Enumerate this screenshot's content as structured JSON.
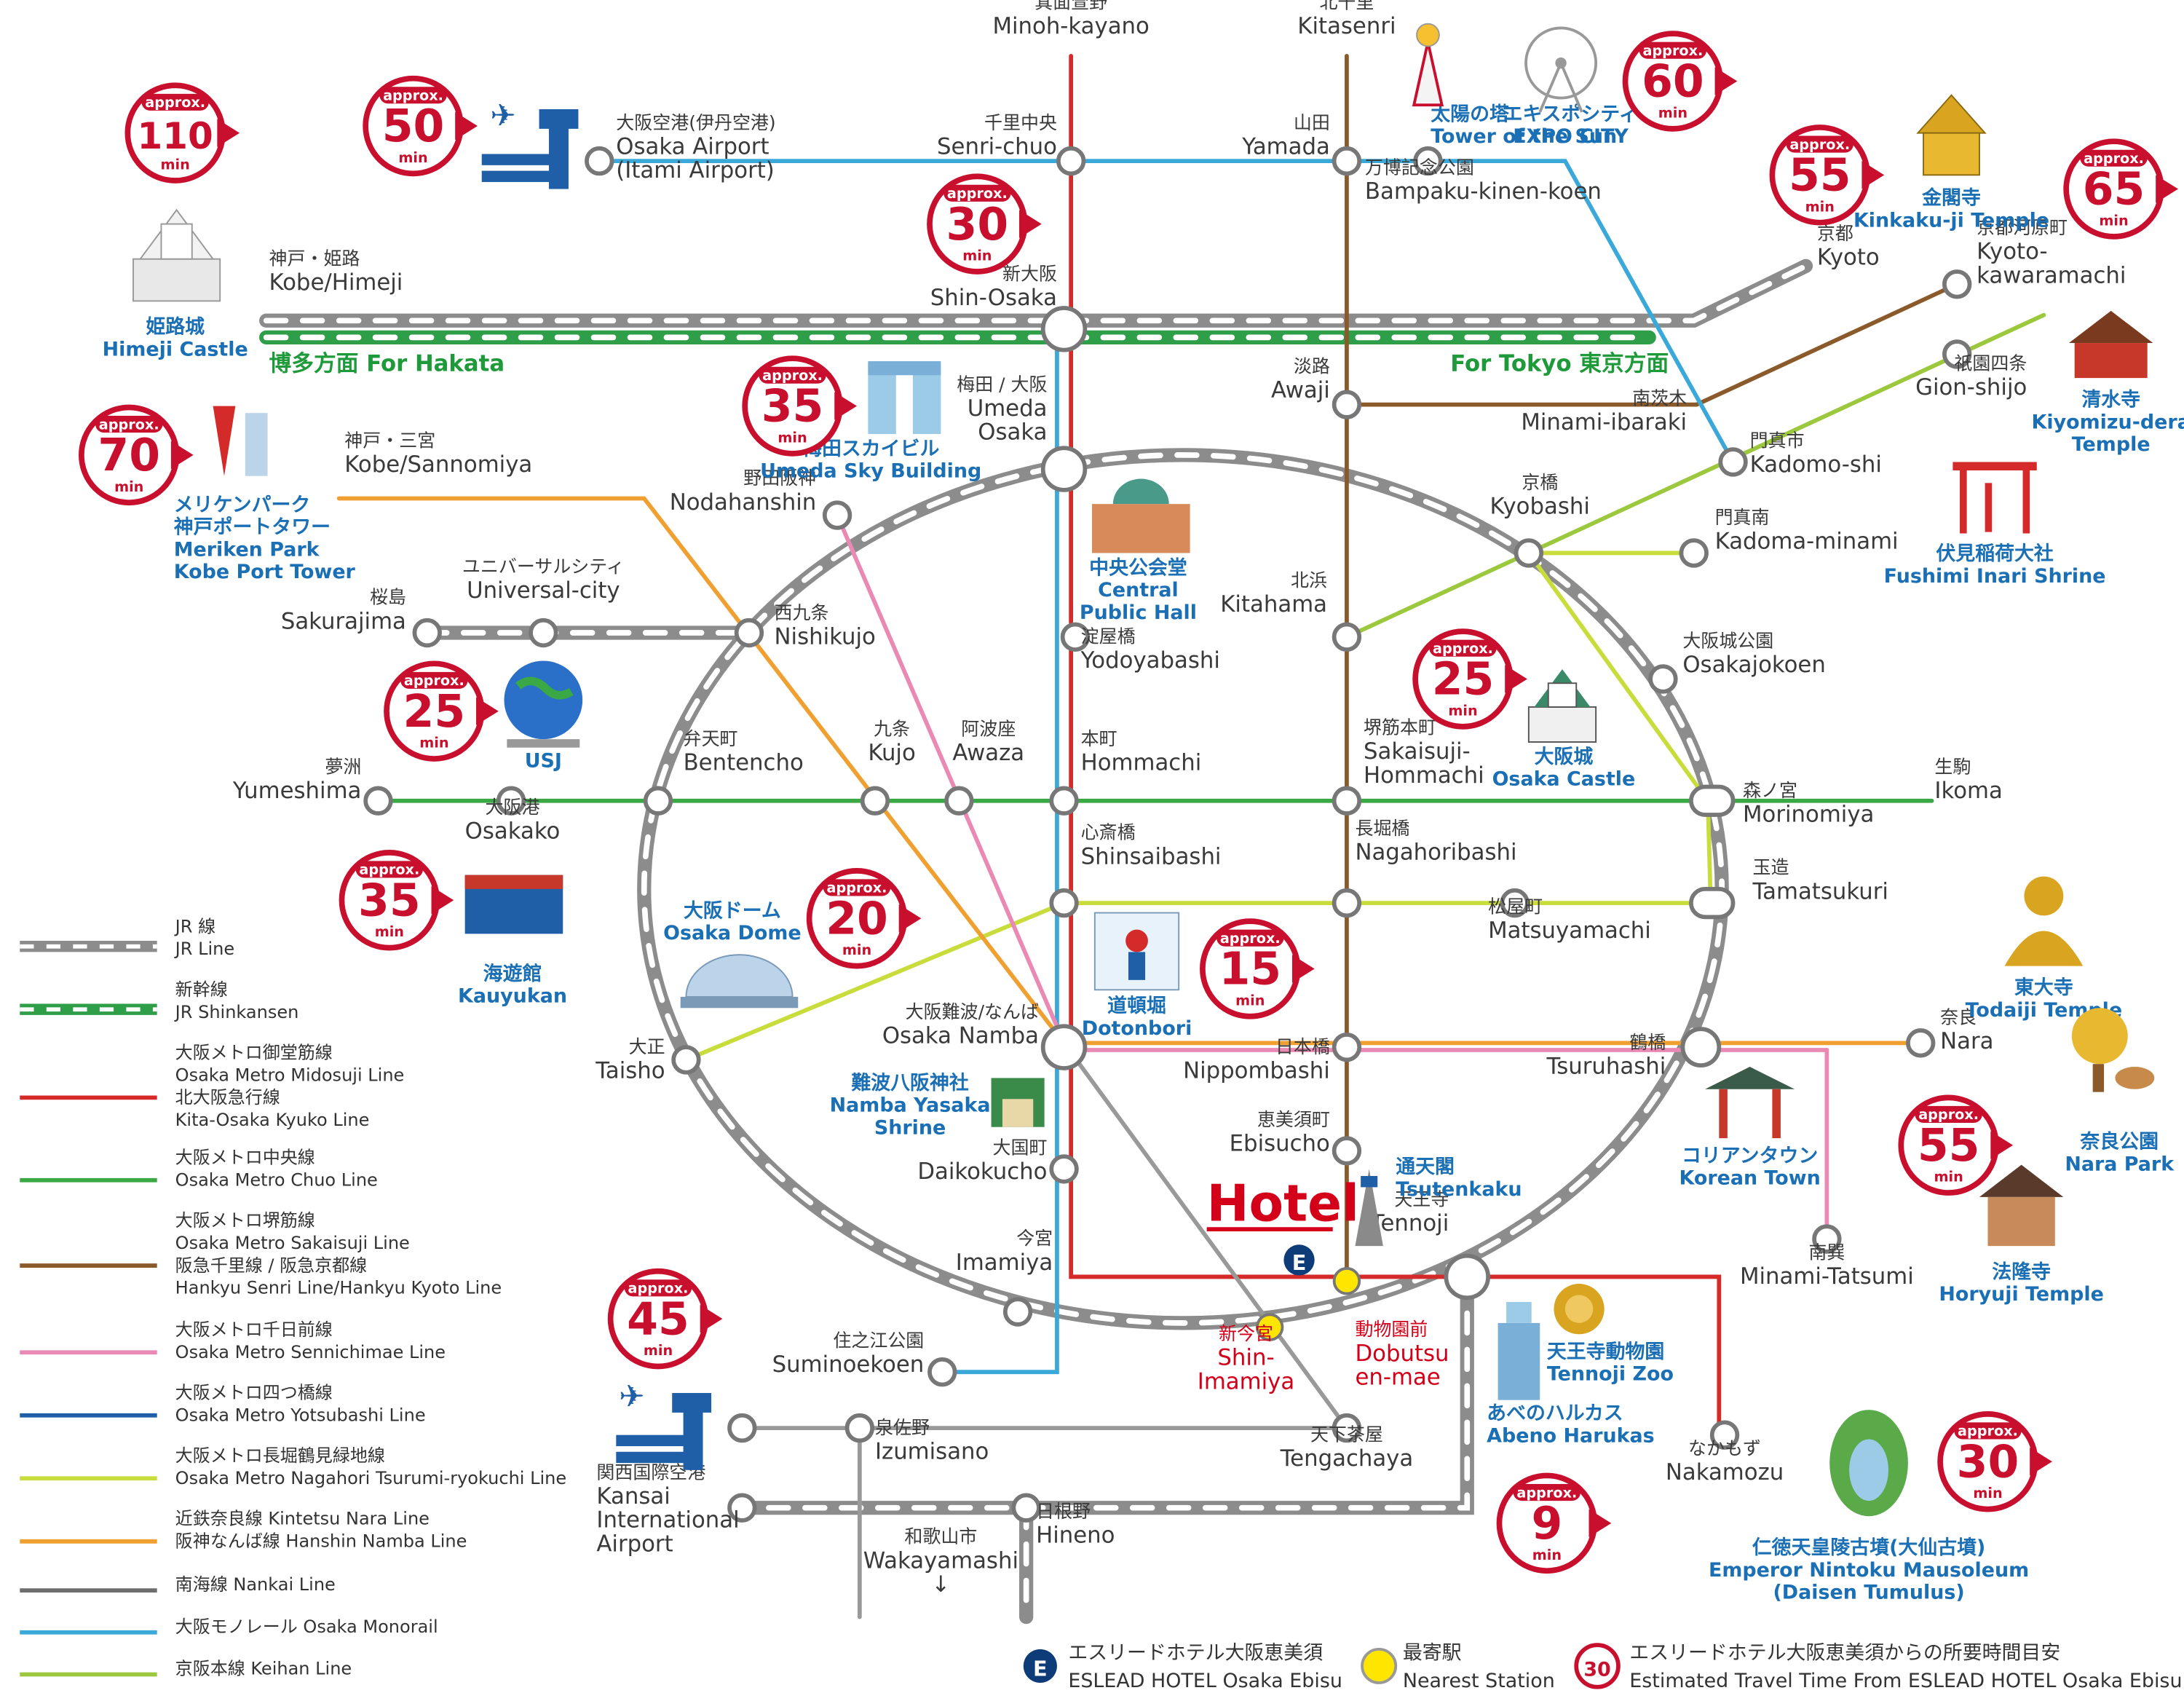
{
  "colors": {
    "jr": "#8c8c8c",
    "shinkansen": "#2e9e48",
    "midosuji": "#d42a2a",
    "chuo": "#3aa845",
    "sakaisuji": "#8a5a2b",
    "sennichimae": "#e989b4",
    "yotsubashi": "#1f5fa8",
    "nagahori": "#c8dc3c",
    "kintetsu": "#f0a030",
    "nankai": "#6e6e6e",
    "monorail": "#3aa8d8",
    "keihan": "#9bc83c",
    "red": "#c8102e",
    "blue": "#1a6fb5"
  },
  "hotel": {
    "label": "Hotel"
  },
  "line_labels": {
    "hakata": "博多方面 For Hakata",
    "tokyo": "For Tokyo 東京方面"
  },
  "stations": [
    {
      "id": "minoh",
      "jp": "箕面萱野",
      "en": "Minoh-kayano"
    },
    {
      "id": "kitasenri",
      "jp": "北千里",
      "en": "Kitasenri"
    },
    {
      "id": "itami",
      "jp": "大阪空港(伊丹空港)",
      "en": "Osaka Airport",
      "en2": "(Itami Airport)"
    },
    {
      "id": "senri",
      "jp": "千里中央",
      "en": "Senri-chuo"
    },
    {
      "id": "yamada",
      "jp": "山田",
      "en": "Yamada"
    },
    {
      "id": "bampaku",
      "jp": "万博記念公園",
      "en": "Bampaku-kinen-koen"
    },
    {
      "id": "kobe",
      "jp": "神戸・姫路",
      "en": "Kobe/Himeji"
    },
    {
      "id": "shinosaka",
      "jp": "新大阪",
      "en": "Shin-Osaka"
    },
    {
      "id": "kyoto",
      "jp": "京都",
      "en": "Kyoto"
    },
    {
      "id": "kawaramachi",
      "jp": "京都河原町",
      "en": "Kyoto-",
      "en2": "kawaramachi"
    },
    {
      "id": "gion",
      "jp": "祇園四条",
      "en": "Gion-shijo"
    },
    {
      "id": "awaji",
      "jp": "淡路",
      "en": "Awaji"
    },
    {
      "id": "ibaraki",
      "jp": "南茨木",
      "en": "Minami-ibaraki"
    },
    {
      "id": "kadomoshi",
      "jp": "門真市",
      "en": "Kadomo-shi"
    },
    {
      "id": "sannomiya",
      "jp": "神戸・三宮",
      "en": "Kobe/Sannomiya"
    },
    {
      "id": "umeda",
      "jp": "梅田 / 大阪",
      "en": "Umeda",
      "en2": "Osaka"
    },
    {
      "id": "noda",
      "jp": "野田阪神",
      "en": "Nodahanshin"
    },
    {
      "id": "kyobashi",
      "jp": "京橋",
      "en": "Kyobashi"
    },
    {
      "id": "kadomaminami",
      "jp": "門真南",
      "en": "Kadoma-minami"
    },
    {
      "id": "universal",
      "jp": "ユニバーサルシティ",
      "en": "Universal-city"
    },
    {
      "id": "sakurajima",
      "jp": "桜島",
      "en": "Sakurajima"
    },
    {
      "id": "nishikujo",
      "jp": "西九条",
      "en": "Nishikujo"
    },
    {
      "id": "kitahama",
      "jp": "北浜",
      "en": "Kitahama"
    },
    {
      "id": "yodoyabashi",
      "jp": "淀屋橋",
      "en": "Yodoyabashi"
    },
    {
      "id": "osakajokoen",
      "jp": "大阪城公園",
      "en": "Osakajokoen"
    },
    {
      "id": "yumeshima",
      "jp": "夢洲",
      "en": "Yumeshima"
    },
    {
      "id": "bentencho",
      "jp": "弁天町",
      "en": "Bentencho"
    },
    {
      "id": "kujo",
      "jp": "九条",
      "en": "Kujo"
    },
    {
      "id": "awaza",
      "jp": "阿波座",
      "en": "Awaza"
    },
    {
      "id": "hommachi",
      "jp": "本町",
      "en": "Hommachi"
    },
    {
      "id": "sakaisuji",
      "jp": "堺筋本町",
      "en": "Sakaisuji-",
      "en2": "Hommachi"
    },
    {
      "id": "morinomiya",
      "jp": "森ノ宮",
      "en": "Morinomiya"
    },
    {
      "id": "ikoma",
      "jp": "生駒",
      "en": "Ikoma"
    },
    {
      "id": "osakako",
      "jp": "大阪港",
      "en": "Osakako"
    },
    {
      "id": "shinsaibashi",
      "jp": "心斎橋",
      "en": "Shinsaibashi"
    },
    {
      "id": "nagahoribashi",
      "jp": "長堀橋",
      "en": "Nagahoribashi"
    },
    {
      "id": "tamatsukuri",
      "jp": "玉造",
      "en": "Tamatsukuri"
    },
    {
      "id": "matsuyamachi",
      "jp": "松屋町",
      "en": "Matsuyamachi"
    },
    {
      "id": "taisho",
      "jp": "大正",
      "en": "Taisho"
    },
    {
      "id": "namba",
      "jp": "大阪難波/なんば",
      "en": "Osaka Namba"
    },
    {
      "id": "nippombashi",
      "jp": "日本橋",
      "en": "Nippombashi"
    },
    {
      "id": "tsuruhashi",
      "jp": "鶴橋",
      "en": "Tsuruhashi"
    },
    {
      "id": "nara",
      "jp": "奈良",
      "en": "Nara"
    },
    {
      "id": "daikokucho",
      "jp": "大国町",
      "en": "Daikokucho"
    },
    {
      "id": "ebisucho",
      "jp": "恵美須町",
      "en": "Ebisucho"
    },
    {
      "id": "tennoji",
      "jp": "天王寺",
      "en": "Tennoji"
    },
    {
      "id": "imamiya",
      "jp": "今宮",
      "en": "Imamiya"
    },
    {
      "id": "minamitatsumi",
      "jp": "南巽",
      "en": "Minami-Tatsumi"
    },
    {
      "id": "shinimamiya",
      "jp": "新今宮",
      "en": "Shin-",
      "en2": "Imamiya"
    },
    {
      "id": "dobutsuen",
      "jp": "動物園前",
      "en": "Dobutsu",
      "en2": "en-mae"
    },
    {
      "id": "suminoe",
      "jp": "住之江公園",
      "en": "Suminoekoen"
    },
    {
      "id": "izumisano",
      "jp": "泉佐野",
      "en": "Izumisano"
    },
    {
      "id": "tengachaya",
      "jp": "天下茶屋",
      "en": "Tengachaya"
    },
    {
      "id": "nakamozu",
      "jp": "なかもず",
      "en": "Nakamozu"
    },
    {
      "id": "kix",
      "jp": "関西国際空港",
      "en": "Kansai",
      "en2": "International",
      "en3": "Airport"
    },
    {
      "id": "hineno",
      "jp": "日根野",
      "en": "Hineno"
    },
    {
      "id": "wakayama",
      "jp": "和歌山市",
      "en": "Wakayamashi",
      "en2": "↓"
    }
  ],
  "spots": [
    {
      "id": "himeji",
      "jp": "姫路城",
      "en": "Himeji Castle",
      "min": "110"
    },
    {
      "id": "itami_air",
      "min": "50"
    },
    {
      "id": "shinosaka_b",
      "min": "30"
    },
    {
      "id": "taiyo",
      "jp": "太陽の塔",
      "en": "Tower of the Sun"
    },
    {
      "id": "expo",
      "jp": "エキスポシティ",
      "en": "EXPO CITY",
      "min": "60"
    },
    {
      "id": "kinkaku",
      "jp": "金閣寺",
      "en": "Kinkaku-ji Temple",
      "min": "55"
    },
    {
      "id": "kiyomizu",
      "jp": "清水寺",
      "en": "Kiyomizu-dera",
      "en2": "Temple",
      "min": "65"
    },
    {
      "id": "meriken",
      "jp": "メリケンパーク",
      "jp2": "神戸ポートタワー",
      "en": "Meriken Park",
      "en2": "Kobe Port Tower",
      "min": "70"
    },
    {
      "id": "skybld",
      "jp": "梅田スカイビル",
      "en": "Umeda Sky Building",
      "min": "35"
    },
    {
      "id": "hall",
      "jp": "中央公会堂",
      "en": "Central",
      "en2": "Public Hall"
    },
    {
      "id": "fushimi",
      "jp": "伏見稲荷大社",
      "en": "Fushimi Inari Shrine"
    },
    {
      "id": "usj",
      "en": "USJ",
      "min": "25"
    },
    {
      "id": "castle",
      "jp": "大阪城",
      "en": "Osaka Castle",
      "min": "25"
    },
    {
      "id": "kaiyukan",
      "jp": "海遊館",
      "en": "Kauyukan",
      "min": "35"
    },
    {
      "id": "dome",
      "jp": "大阪ドーム",
      "en": "Osaka Dome",
      "min": "20"
    },
    {
      "id": "dotonbori",
      "jp": "道頓堀",
      "en": "Dotonbori",
      "min": "15"
    },
    {
      "id": "todaiji",
      "jp": "東大寺",
      "en": "Todaiji Temple"
    },
    {
      "id": "narapark",
      "jp": "奈良公園",
      "en": "Nara Park",
      "min": "55"
    },
    {
      "id": "yasaka",
      "jp": "難波八阪神社",
      "en": "Namba Yasaka",
      "en2": "Shrine"
    },
    {
      "id": "tsutenkaku",
      "jp": "通天閣",
      "en": "Tsutenkaku"
    },
    {
      "id": "korean",
      "jp": "コリアンタウン",
      "en": "Korean Town"
    },
    {
      "id": "horyuji",
      "jp": "法隆寺",
      "en": "Horyuji Temple"
    },
    {
      "id": "kix_air",
      "min": "45"
    },
    {
      "id": "zoo",
      "jp": "天王寺動物園",
      "en": "Tennoji Zoo"
    },
    {
      "id": "harukas",
      "jp": "あべのハルカス",
      "en": "Abeno Harukas",
      "min": "9"
    },
    {
      "id": "nintoku",
      "jp": "仁徳天皇陵古墳(大仙古墳)",
      "en": "Emperor Nintoku Mausoleum",
      "en2": "(Daisen Tumulus)",
      "min": "30"
    }
  ],
  "bubble_text": {
    "approx": "approx.",
    "min": "min"
  },
  "legend": [
    {
      "id": "jr",
      "jp": "JR 線",
      "en": "JR Line"
    },
    {
      "id": "shinkansen",
      "jp": "新幹線",
      "en": "JR Shinkansen"
    },
    {
      "id": "midosuji",
      "jp": "大阪メトロ御堂筋線",
      "en": "Osaka Metro Midosuji Line",
      "jp2": "北大阪急行線",
      "en2": "Kita-Osaka Kyuko Line"
    },
    {
      "id": "chuo",
      "jp": "大阪メトロ中央線",
      "en": "Osaka Metro Chuo Line"
    },
    {
      "id": "sakaisuji",
      "jp": "大阪メトロ堺筋線",
      "en": "Osaka Metro Sakaisuji Line",
      "jp2": "阪急千里線 / 阪急京都線",
      "en2": "Hankyu Senri Line/Hankyu Kyoto Line"
    },
    {
      "id": "sennichimae",
      "jp": "大阪メトロ千日前線",
      "en": "Osaka Metro Sennichimae Line"
    },
    {
      "id": "yotsubashi",
      "jp": "大阪メトロ四つ橋線",
      "en": "Osaka Metro Yotsubashi Line"
    },
    {
      "id": "nagahori",
      "jp": "大阪メトロ長堀鶴見緑地線",
      "en": "Osaka Metro Nagahori Tsurumi-ryokuchi Line"
    },
    {
      "id": "kintetsu",
      "jp": "近鉄奈良線 Kintetsu Nara Line",
      "en": "阪神なんば線 Hanshin Namba Line"
    },
    {
      "id": "nankai",
      "jp": "南海線 Nankai Line"
    },
    {
      "id": "monorail",
      "jp": "大阪モノレール Osaka Monorail"
    },
    {
      "id": "keihan",
      "jp": "京阪本線 Keihan Line"
    }
  ],
  "footer": {
    "hotel_jp": "エスリードホテル大阪恵美須",
    "hotel_en": "ESLEAD HOTEL Osaka Ebisu",
    "near_jp": "最寄駅",
    "near_en": "Nearest Station",
    "time_jp": "エスリードホテル大阪恵美須からの所要時間目安",
    "time_en": "Estimated Travel Time From ESLEAD HOTEL Osaka Ebisu",
    "time_num": "30",
    "hotel_mark": "E"
  }
}
